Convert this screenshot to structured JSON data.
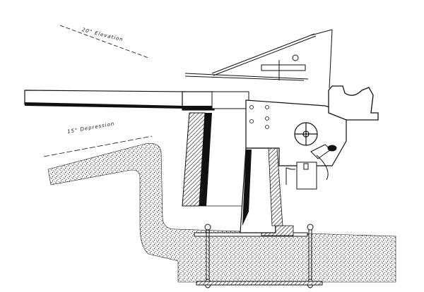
{
  "diagram": {
    "subject": "Naval gun on pedestal mount, side elevation line drawing",
    "annotations": {
      "elevation": "20° Elevation",
      "depression": "15° Depression"
    },
    "colors": {
      "ink": "#111111",
      "paper": "#ffffff",
      "stipple": "#222222"
    },
    "parts": [
      "barrel",
      "breech-housing",
      "cradle",
      "telescopic-sight",
      "elevating-handwheel",
      "pedestal",
      "shield-strut",
      "firing-gear-box",
      "base-plate",
      "holding-down-bolts",
      "concrete-foundation"
    ]
  }
}
